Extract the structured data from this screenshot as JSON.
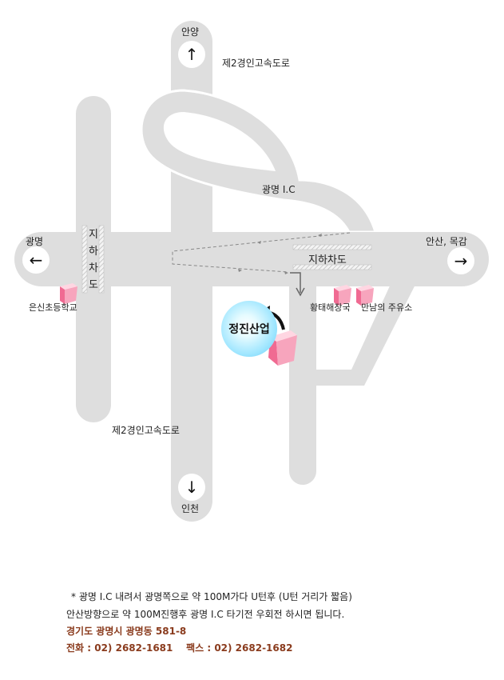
{
  "map": {
    "directions": {
      "north": {
        "label": "안양",
        "arrow": "↑"
      },
      "south": {
        "label": "인천",
        "arrow": "↓"
      },
      "west": {
        "label": "광명",
        "arrow": "←"
      },
      "east": {
        "label": "안산, 목감",
        "arrow": "→"
      }
    },
    "labels": {
      "expressway_top": "제2경인고속도로",
      "expressway_bottom": "제2경인고속도로",
      "interchange": "광명 I.C",
      "underpass_left": "지하차도",
      "underpass_right": "지하차도",
      "school": "은신초등학교",
      "restaurant": "황태해장국",
      "gas_station": "만남의 주유소",
      "company": "정진산업"
    }
  },
  "notes": {
    "line1": "*  광명 I.C 내려서 광명쪽으로 약 100M가다 U턴후 (U턴 거리가 짧음)",
    "line2": "안산방향으로 약 100M진행후 광명 I.C 타기전 우회전 하시면 됩니다.",
    "address": "경기도 광명시 광명동 581-8",
    "contact": "전화 : 02) 2682-1681    팩스 : 02) 2682-1682"
  },
  "colors": {
    "road": "#dedede",
    "marker_pink": "#f48aa6",
    "bubble_blue": "#7fd6ff",
    "address_text": "#8a3b1d"
  }
}
